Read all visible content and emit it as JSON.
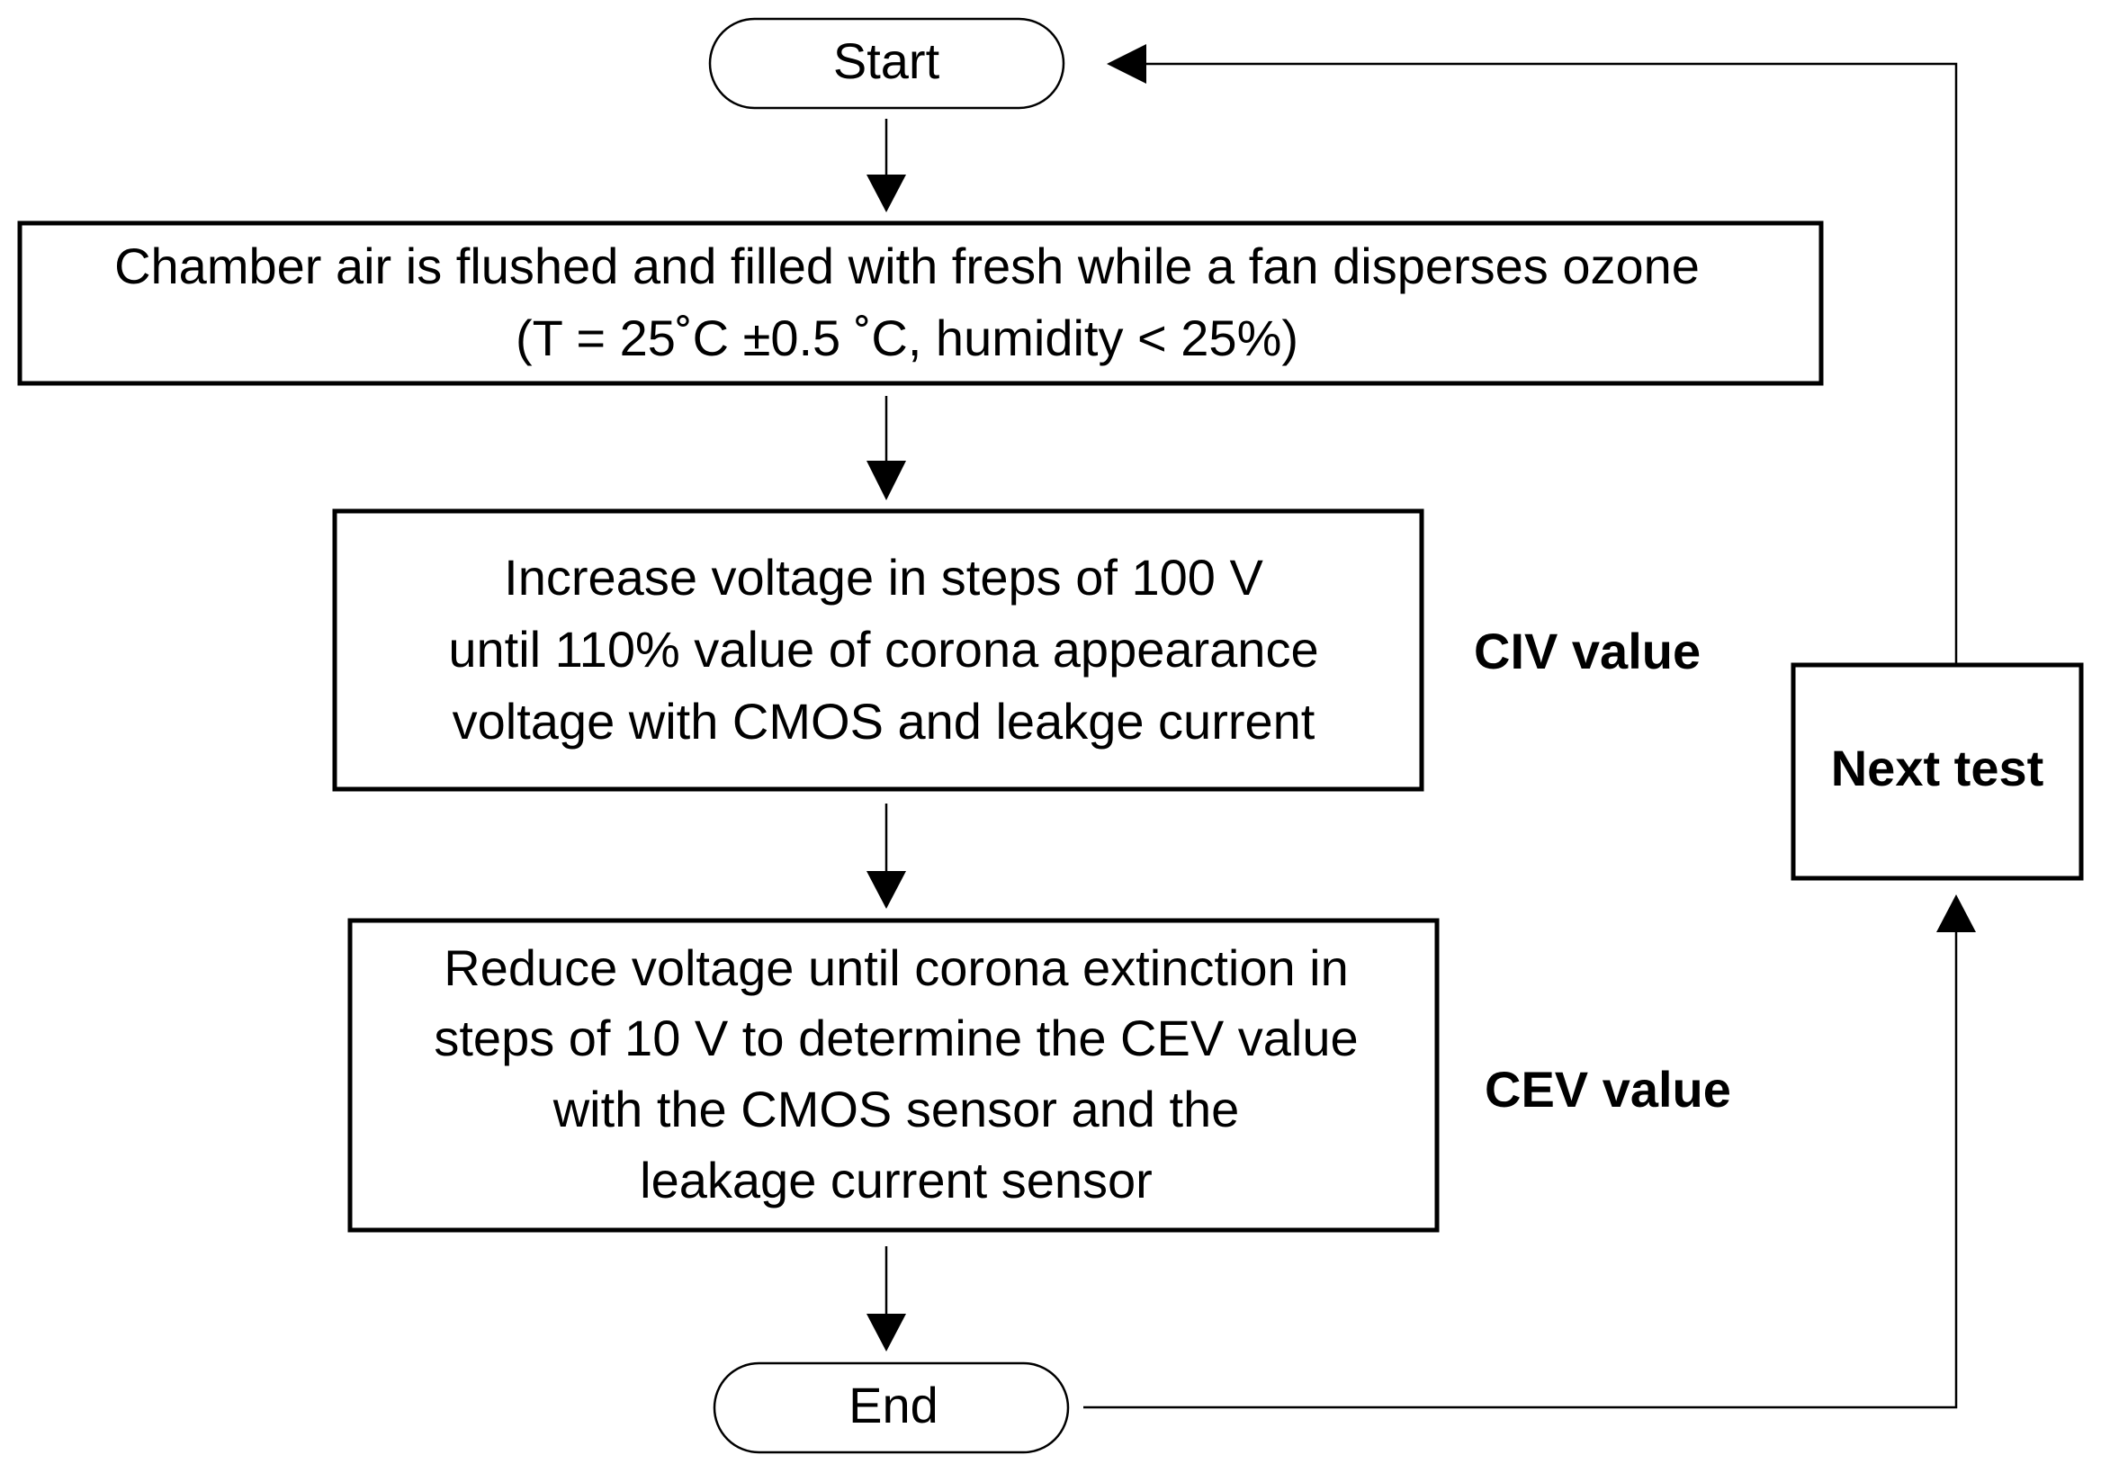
{
  "nodes": {
    "start": {
      "label": "Start"
    },
    "flush": {
      "lines": [
        "Chamber air is flushed and filled with fresh while a fan disperses ozone",
        "(T = 25˚C ±0.5 ˚C, humidity < 25%)"
      ]
    },
    "increase": {
      "lines": [
        "Increase voltage in steps of 100 V",
        "until 110% value of corona appearance",
        "voltage with CMOS and leakge current"
      ]
    },
    "reduce": {
      "lines": [
        "Reduce voltage until corona extinction in",
        "steps of 10 V to determine the CEV value",
        "with the CMOS sensor and the",
        "leakage current sensor"
      ]
    },
    "end": {
      "label": "End"
    },
    "next": {
      "label": "Next test"
    }
  },
  "side_labels": {
    "civ": "CIV value",
    "cev": "CEV value"
  },
  "edges": [
    {
      "from": "start",
      "to": "flush"
    },
    {
      "from": "flush",
      "to": "increase"
    },
    {
      "from": "increase",
      "to": "reduce"
    },
    {
      "from": "reduce",
      "to": "end"
    },
    {
      "from": "end",
      "to": "next"
    },
    {
      "from": "next",
      "to": "start"
    }
  ]
}
